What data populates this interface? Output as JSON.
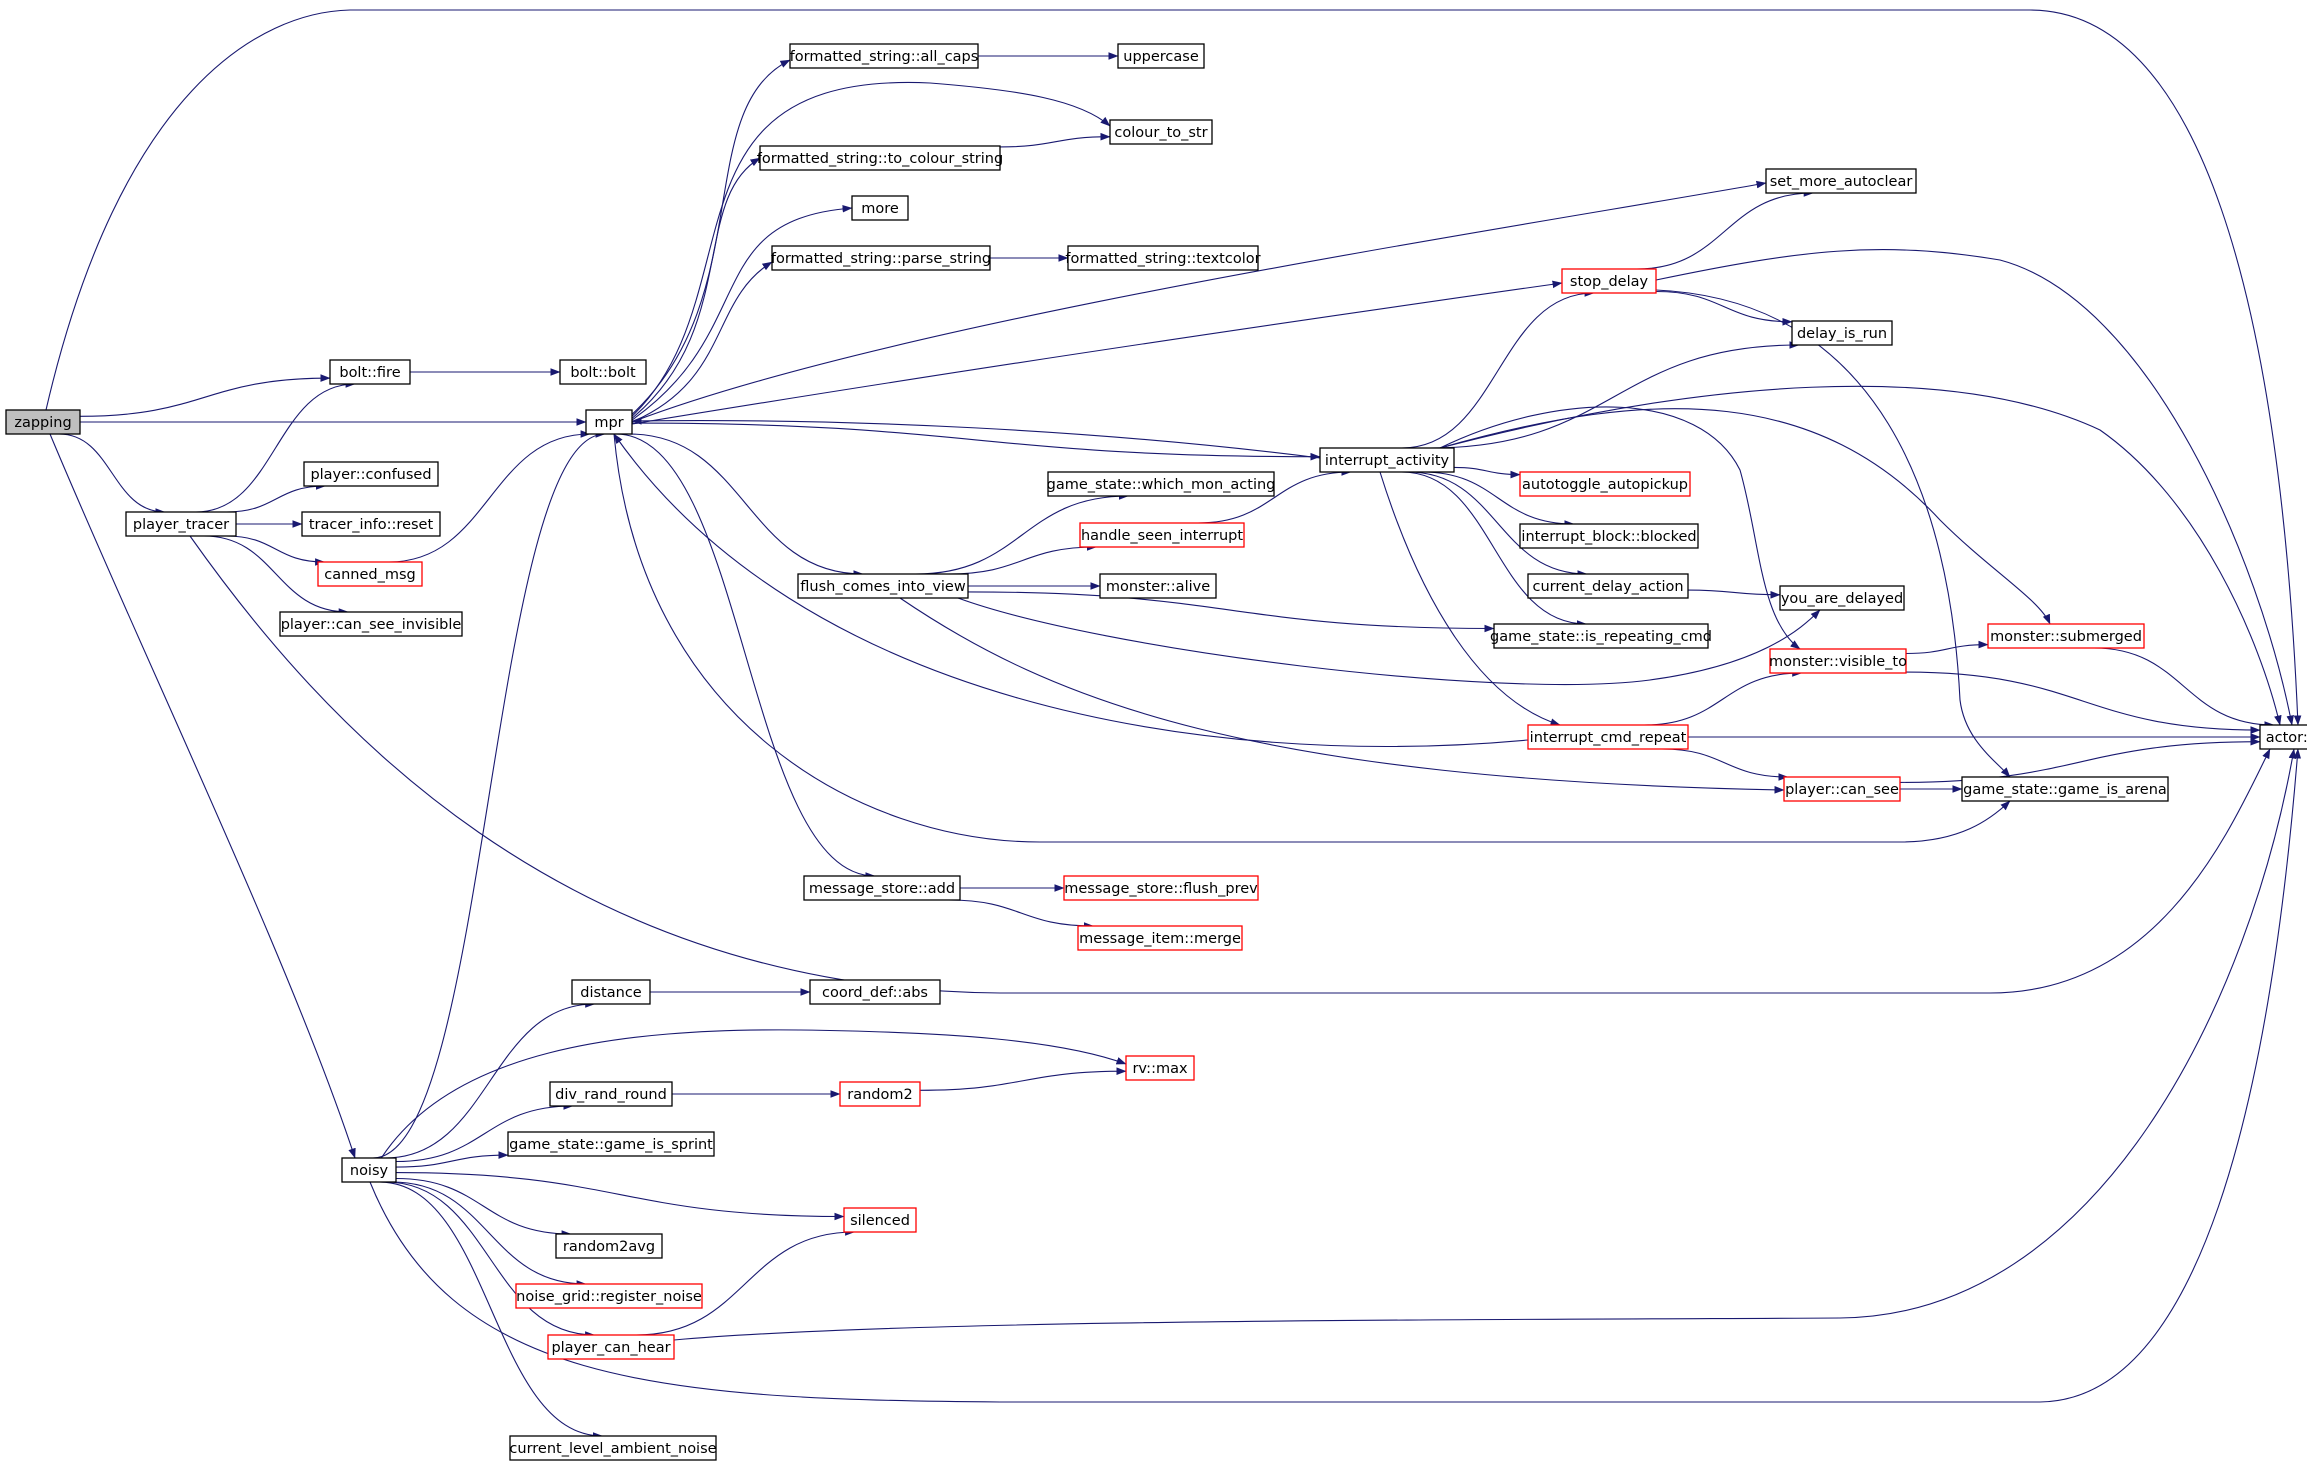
{
  "colors": {
    "edge": "#191970",
    "node_border": "#000000",
    "node_border_truncated": "#ff0000",
    "node_fill": "#ffffff",
    "root_fill": "#bfbfbf",
    "text": "#000000"
  },
  "nodes": [
    {
      "id": "zapping",
      "label": "zapping",
      "root": true
    },
    {
      "id": "bolt_fire",
      "label": "bolt::fire"
    },
    {
      "id": "bolt_bolt",
      "label": "bolt::bolt"
    },
    {
      "id": "mpr",
      "label": "mpr"
    },
    {
      "id": "player_tracer",
      "label": "player_tracer"
    },
    {
      "id": "player_confused",
      "label": "player::confused"
    },
    {
      "id": "tracer_reset",
      "label": "tracer_info::reset"
    },
    {
      "id": "canned_msg",
      "label": "canned_msg",
      "truncated": true
    },
    {
      "id": "can_see_invisible",
      "label": "player::can_see_invisible"
    },
    {
      "id": "noisy",
      "label": "noisy"
    },
    {
      "id": "all_caps",
      "label": "formatted_string::all_caps"
    },
    {
      "id": "uppercase",
      "label": "uppercase"
    },
    {
      "id": "colour_to_str",
      "label": "colour_to_str"
    },
    {
      "id": "to_colour_string",
      "label": "formatted_string::to_colour_string"
    },
    {
      "id": "more",
      "label": "more"
    },
    {
      "id": "parse_string",
      "label": "formatted_string::parse_string"
    },
    {
      "id": "textcolor",
      "label": "formatted_string::textcolor"
    },
    {
      "id": "set_more_autoclear",
      "label": "set_more_autoclear"
    },
    {
      "id": "stop_delay",
      "label": "stop_delay",
      "truncated": true
    },
    {
      "id": "delay_is_run",
      "label": "delay_is_run"
    },
    {
      "id": "interrupt_activity",
      "label": "interrupt_activity"
    },
    {
      "id": "autotoggle",
      "label": "autotoggle_autopickup",
      "truncated": true
    },
    {
      "id": "interrupt_blocked",
      "label": "interrupt_block::blocked"
    },
    {
      "id": "current_delay_action",
      "label": "current_delay_action"
    },
    {
      "id": "you_are_delayed",
      "label": "you_are_delayed"
    },
    {
      "id": "is_repeating_cmd",
      "label": "game_state::is_repeating_cmd"
    },
    {
      "id": "which_mon_acting",
      "label": "game_state::which_mon_acting"
    },
    {
      "id": "handle_seen_interrupt",
      "label": "handle_seen_interrupt",
      "truncated": true
    },
    {
      "id": "flush_comes_into_view",
      "label": "flush_comes_into_view"
    },
    {
      "id": "monster_alive",
      "label": "monster::alive"
    },
    {
      "id": "monster_visible_to",
      "label": "monster::visible_to",
      "truncated": true
    },
    {
      "id": "monster_submerged",
      "label": "monster::submerged",
      "truncated": true
    },
    {
      "id": "interrupt_cmd_repeat",
      "label": "interrupt_cmd_repeat",
      "truncated": true
    },
    {
      "id": "player_can_see",
      "label": "player::can_see",
      "truncated": true
    },
    {
      "id": "game_is_arena",
      "label": "game_state::game_is_arena"
    },
    {
      "id": "actor_pos",
      "label": "actor::pos"
    },
    {
      "id": "message_store_add",
      "label": "message_store::add"
    },
    {
      "id": "flush_prev",
      "label": "message_store::flush_prev",
      "truncated": true
    },
    {
      "id": "message_item_merge",
      "label": "message_item::merge",
      "truncated": true
    },
    {
      "id": "distance",
      "label": "distance"
    },
    {
      "id": "coord_def_abs",
      "label": "coord_def::abs"
    },
    {
      "id": "rv_max",
      "label": "rv::max",
      "truncated": true
    },
    {
      "id": "div_rand_round",
      "label": "div_rand_round"
    },
    {
      "id": "random2",
      "label": "random2",
      "truncated": true
    },
    {
      "id": "game_is_sprint",
      "label": "game_state::game_is_sprint"
    },
    {
      "id": "silenced",
      "label": "silenced",
      "truncated": true
    },
    {
      "id": "random2avg",
      "label": "random2avg"
    },
    {
      "id": "register_noise",
      "label": "noise_grid::register_noise",
      "truncated": true
    },
    {
      "id": "player_can_hear",
      "label": "player_can_hear",
      "truncated": true
    },
    {
      "id": "ambient_noise",
      "label": "current_level_ambient_noise"
    }
  ],
  "edges": [
    [
      "zapping",
      "bolt_fire"
    ],
    [
      "zapping",
      "mpr"
    ],
    [
      "zapping",
      "player_tracer"
    ],
    [
      "zapping",
      "noisy"
    ],
    [
      "zapping",
      "actor_pos"
    ],
    [
      "bolt_fire",
      "bolt_bolt"
    ],
    [
      "player_tracer",
      "bolt_fire"
    ],
    [
      "player_tracer",
      "player_confused"
    ],
    [
      "player_tracer",
      "tracer_reset"
    ],
    [
      "player_tracer",
      "canned_msg"
    ],
    [
      "player_tracer",
      "can_see_invisible"
    ],
    [
      "player_tracer",
      "actor_pos"
    ],
    [
      "canned_msg",
      "mpr"
    ],
    [
      "mpr",
      "all_caps"
    ],
    [
      "mpr",
      "colour_to_str"
    ],
    [
      "mpr",
      "to_colour_string"
    ],
    [
      "mpr",
      "more"
    ],
    [
      "mpr",
      "parse_string"
    ],
    [
      "mpr",
      "set_more_autoclear"
    ],
    [
      "mpr",
      "stop_delay"
    ],
    [
      "mpr",
      "interrupt_activity"
    ],
    [
      "mpr",
      "flush_comes_into_view"
    ],
    [
      "mpr",
      "message_store_add"
    ],
    [
      "mpr",
      "game_is_arena"
    ],
    [
      "all_caps",
      "uppercase"
    ],
    [
      "to_colour_string",
      "colour_to_str"
    ],
    [
      "parse_string",
      "textcolor"
    ],
    [
      "stop_delay",
      "set_more_autoclear"
    ],
    [
      "stop_delay",
      "delay_is_run"
    ],
    [
      "stop_delay",
      "actor_pos"
    ],
    [
      "stop_delay",
      "game_is_arena"
    ],
    [
      "interrupt_activity",
      "mpr"
    ],
    [
      "interrupt_activity",
      "stop_delay"
    ],
    [
      "interrupt_activity",
      "delay_is_run"
    ],
    [
      "interrupt_activity",
      "autotoggle"
    ],
    [
      "interrupt_activity",
      "interrupt_blocked"
    ],
    [
      "interrupt_activity",
      "current_delay_action"
    ],
    [
      "interrupt_activity",
      "is_repeating_cmd"
    ],
    [
      "interrupt_activity",
      "interrupt_cmd_repeat"
    ],
    [
      "interrupt_activity",
      "monster_visible_to"
    ],
    [
      "interrupt_activity",
      "monster_submerged"
    ],
    [
      "interrupt_activity",
      "actor_pos"
    ],
    [
      "current_delay_action",
      "you_are_delayed"
    ],
    [
      "flush_comes_into_view",
      "which_mon_acting"
    ],
    [
      "flush_comes_into_view",
      "handle_seen_interrupt"
    ],
    [
      "flush_comes_into_view",
      "monster_alive"
    ],
    [
      "flush_comes_into_view",
      "is_repeating_cmd"
    ],
    [
      "flush_comes_into_view",
      "you_are_delayed"
    ],
    [
      "flush_comes_into_view",
      "player_can_see"
    ],
    [
      "handle_seen_interrupt",
      "interrupt_activity"
    ],
    [
      "interrupt_cmd_repeat",
      "mpr"
    ],
    [
      "interrupt_cmd_repeat",
      "monster_visible_to"
    ],
    [
      "interrupt_cmd_repeat",
      "player_can_see"
    ],
    [
      "interrupt_cmd_repeat",
      "actor_pos"
    ],
    [
      "monster_visible_to",
      "monster_submerged"
    ],
    [
      "monster_visible_to",
      "actor_pos"
    ],
    [
      "monster_submerged",
      "actor_pos"
    ],
    [
      "player_can_see",
      "game_is_arena"
    ],
    [
      "player_can_see",
      "actor_pos"
    ],
    [
      "message_store_add",
      "flush_prev"
    ],
    [
      "message_store_add",
      "message_item_merge"
    ],
    [
      "noisy",
      "mpr"
    ],
    [
      "noisy",
      "distance"
    ],
    [
      "noisy",
      "rv_max"
    ],
    [
      "noisy",
      "div_rand_round"
    ],
    [
      "noisy",
      "game_is_sprint"
    ],
    [
      "noisy",
      "silenced"
    ],
    [
      "noisy",
      "random2avg"
    ],
    [
      "noisy",
      "register_noise"
    ],
    [
      "noisy",
      "player_can_hear"
    ],
    [
      "noisy",
      "actor_pos"
    ],
    [
      "noisy",
      "ambient_noise"
    ],
    [
      "distance",
      "coord_def_abs"
    ],
    [
      "div_rand_round",
      "random2"
    ],
    [
      "random2",
      "rv_max"
    ],
    [
      "player_can_hear",
      "silenced"
    ],
    [
      "player_can_hear",
      "actor_pos"
    ]
  ]
}
